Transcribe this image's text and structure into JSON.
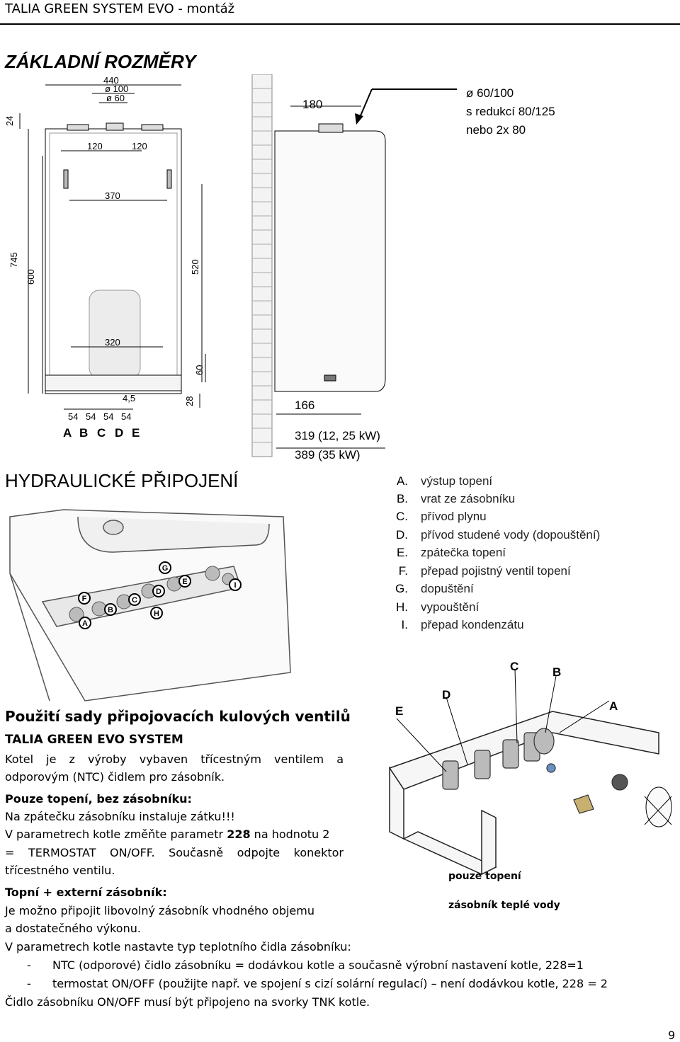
{
  "header": {
    "title": "TALIA GREEN SYSTEM EVO - montáž"
  },
  "section1": {
    "title": "ZÁKLADNÍ ROZMĚRY",
    "front_dims": {
      "d440": "440",
      "d100": "ø 100",
      "d60": "ø 60",
      "d24": "24",
      "d120a": "120",
      "d120b": "120",
      "d370": "370",
      "d745": "745",
      "d600": "600",
      "d520": "520",
      "d320": "320",
      "d60b": "60",
      "d28": "28",
      "d45": "4,5",
      "d54a": "54",
      "d54b": "54",
      "d54c": "54",
      "d54d": "54",
      "letters": [
        "A",
        "B",
        "C",
        "D",
        "E"
      ]
    },
    "side": {
      "d180": "180",
      "flue_line1": "ø 60/100",
      "flue_line2": "s redukcí 80/125",
      "flue_line3": "nebo 2x 80",
      "d166": "166",
      "depth1": "319 (12, 25  kW)",
      "depth2": "389 (35 kW)"
    }
  },
  "section2": {
    "title": "HYDRAULICKÉ PŘIPOJENÍ",
    "legend": [
      {
        "key": "A.",
        "text": "výstup topení"
      },
      {
        "key": "B.",
        "text": "vrat ze zásobníku"
      },
      {
        "key": "C.",
        "text": "přívod plynu"
      },
      {
        "key": "D.",
        "text": "přívod studené vody (dopouštění)"
      },
      {
        "key": "E.",
        "text": "zpátečka topení"
      },
      {
        "key": "F.",
        "text": "přepad pojistný ventil topení"
      },
      {
        "key": "G.",
        "text": "dopuštění"
      },
      {
        "key": "H.",
        "text": "vypouštění"
      },
      {
        "key": "I.",
        "text": "přepad kondenzátu"
      }
    ],
    "photo_badges": [
      "A",
      "B",
      "C",
      "D",
      "E",
      "F",
      "G",
      "H",
      "I"
    ]
  },
  "section3": {
    "title": "Použití sady připojovacích kulových ventilů",
    "subtitle": "TALIA GREEN EVO SYSTEM",
    "p1": "Kotel je z výroby vybaven třícestným ventilem a",
    "p1b": "odporovým (NTC) čidlem pro zásobník.",
    "heating_only_title": "Pouze topení, bez zásobníku:",
    "heating_only_l1": "Na zpátečku zásobníku instaluje zátku!!!",
    "heating_only_l2a": "V parametrech kotle změňte parametr ",
    "heating_only_l2b": "228",
    "heating_only_l2c": " na hodnotu 2",
    "heating_only_l3": "= TERMOSTAT ON/OFF. Současně odpojte konektor",
    "heating_only_l4": "třícestného ventilu.",
    "ext_title": "Topní + externí zásobník:",
    "ext_l1": "Je možno připojit libovolný zásobník vhodného objemu",
    "ext_l2": "a dostatečného výkonu.",
    "ext_l3": "V parametrech kotle nastavte typ teplotního čidla zásobníku:",
    "bullets": [
      "NTC (odporové) čidlo zásobníku = dodávkou kotle a současně výrobní nastavení kotle, 228=1",
      "termostat ON/OFF (použijte např. ve spojení s cizí solární regulací) – není dodávkou kotle, 228 = 2"
    ],
    "last": "Čidlo zásobníku ON/OFF musí být připojeno na svorky TNK kotle.",
    "diagram_letters": [
      "E",
      "D",
      "C",
      "B",
      "A"
    ],
    "cap_heating_only": "pouze topení",
    "cap_dhw_tank": "zásobník teplé vody"
  },
  "footer": {
    "page_number": "9"
  }
}
